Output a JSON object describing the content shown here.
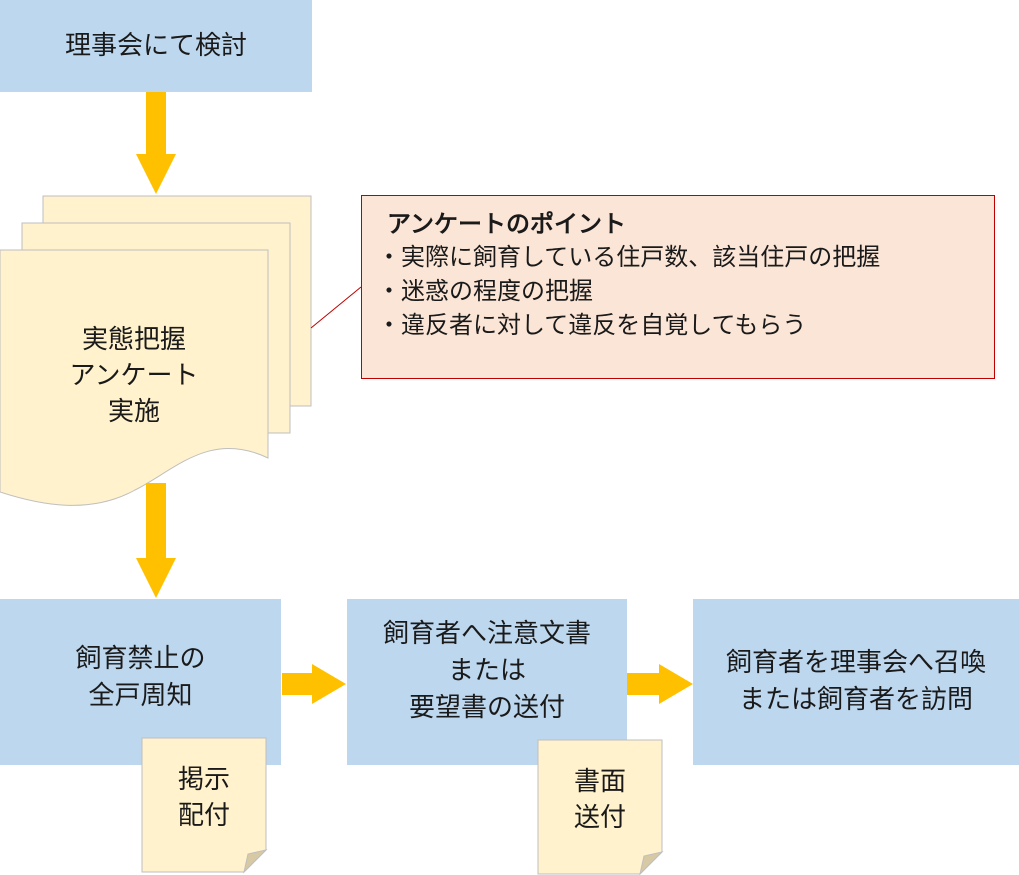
{
  "step1": {
    "label": "理事会にて検討"
  },
  "survey": {
    "lines": [
      "実態把握",
      "アンケート",
      "実施"
    ]
  },
  "callout": {
    "title": "アンケートのポイント",
    "items": [
      "・実際に飼育している住戸数、該当住戸の把握",
      "・迷惑の程度の把握",
      "・違反者に対して違反を自覚してもらう"
    ]
  },
  "step3": {
    "lines": [
      "飼育禁止の",
      "全戸周知"
    ],
    "note": [
      "掲示",
      "配付"
    ]
  },
  "step4": {
    "lines": [
      "飼育者へ注意文書",
      "または",
      "要望書の送付"
    ],
    "note": [
      "書面",
      "送付"
    ]
  },
  "step5": {
    "lines": [
      "飼育者を理事会へ召喚",
      "または飼育者を訪問"
    ]
  },
  "colors": {
    "box": "#bdd7ee",
    "arrow": "#ffc000",
    "sheet": "#fff2cc",
    "callout_bg": "#fbe5d6",
    "callout_border": "#c00000"
  }
}
